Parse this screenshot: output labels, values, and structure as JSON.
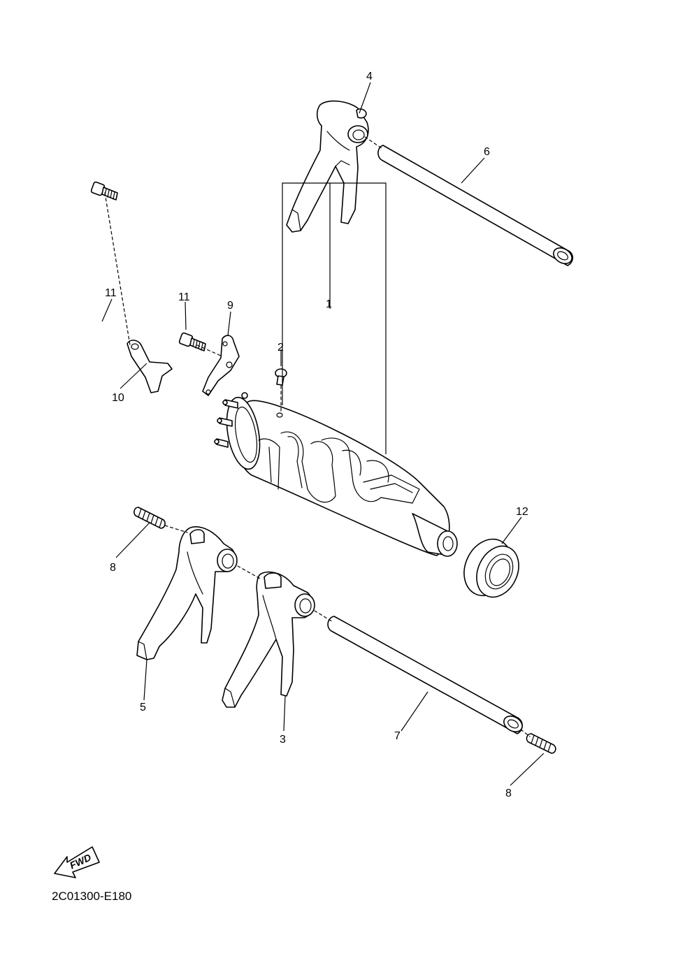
{
  "diagram": {
    "fwd_label": "FWD",
    "drawing_code": "2C01300-E180",
    "callouts": {
      "c1": "1",
      "c2": "2",
      "c3": "3",
      "c4": "4",
      "c5": "5",
      "c6": "6",
      "c7": "7",
      "c8a": "8",
      "c8b": "8",
      "c9": "9",
      "c10": "10",
      "c11a": "11",
      "c11b": "11",
      "c12": "12"
    }
  }
}
